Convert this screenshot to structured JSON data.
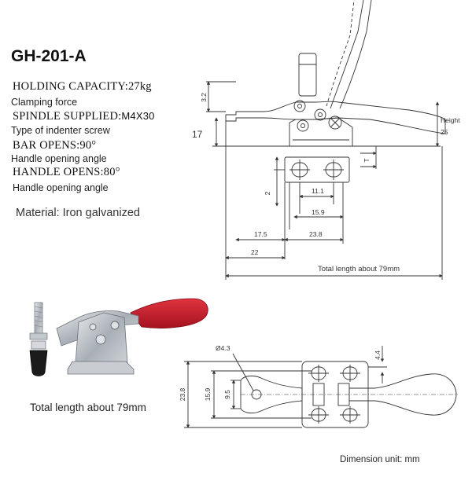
{
  "model": "GH-201-A",
  "specs": [
    {
      "heading": "HOLDING CAPACITY:",
      "value": "27kg",
      "sub": "Clamping force"
    },
    {
      "heading": "SPINDLE SUPPLIED:",
      "value": "M4X30",
      "sub": "Type of indenter screw"
    },
    {
      "heading": "BAR OPENS:",
      "value": "90°",
      "sub": "Handle opening angle"
    },
    {
      "heading": "HANDLE OPENS:",
      "value": "80°",
      "sub": "Handle opening angle"
    }
  ],
  "material": "Material: Iron galvanized",
  "total_length_caption": "Total length about 79mm",
  "dimension_unit": "Dimension unit: mm",
  "side_view": {
    "dim_3_2": "3.2",
    "dim_17": "17",
    "height_label": "Height",
    "height_value": "25",
    "dim_t": "T",
    "dim_2": "2",
    "dim_11_1": "11.1",
    "dim_15_9": "15.9",
    "dim_17_5": "17.5",
    "dim_23_8": "23.8",
    "dim_22": "22",
    "total_length": "Total length about 79mm"
  },
  "top_view": {
    "hole_dia": "Ø4.3",
    "dim_4_4": "4.4",
    "dim_23_8": "23.8",
    "dim_15_9": "15.9",
    "dim_9_5": "9.5"
  },
  "colors": {
    "handle_red": "#c8192b",
    "metal": "#b9bec4",
    "line": "#333333"
  }
}
